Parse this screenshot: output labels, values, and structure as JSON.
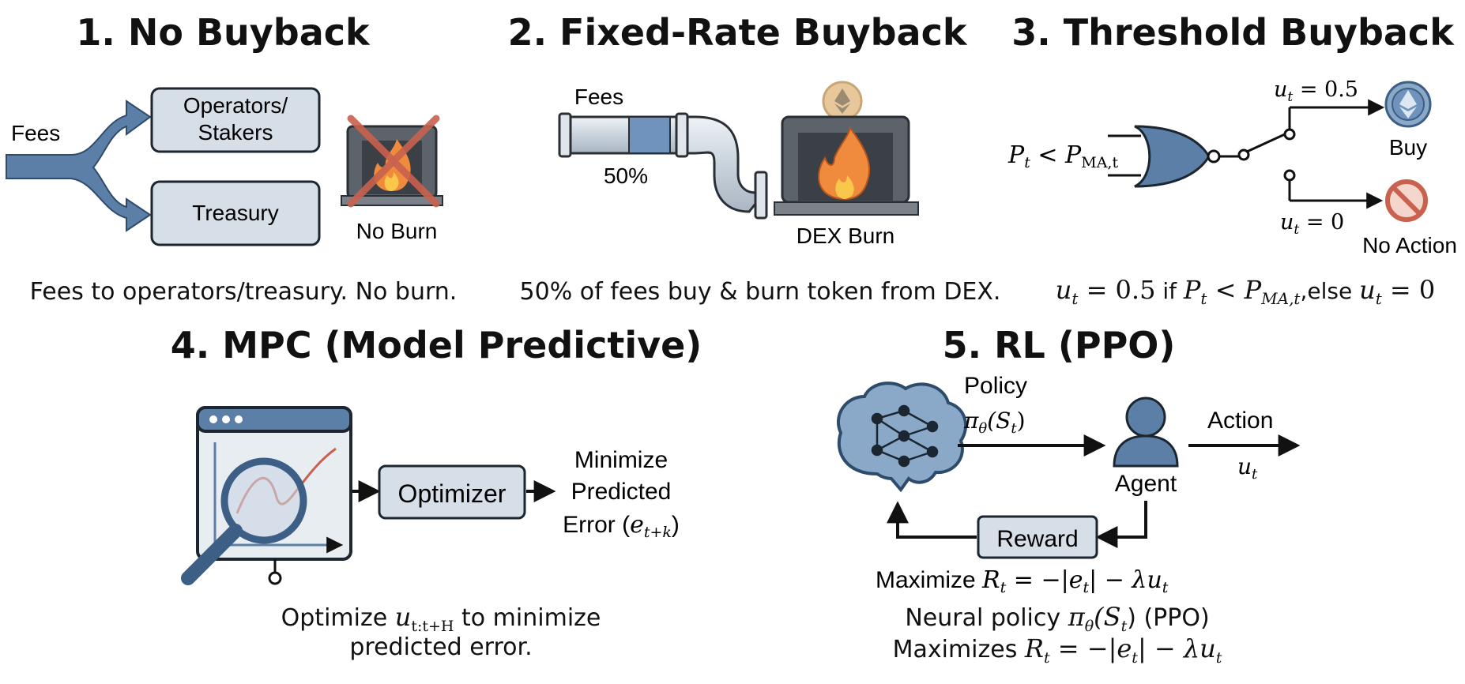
{
  "panels": {
    "no_buyback": {
      "title": "1. No Buyback",
      "fees_label": "Fees",
      "operators_label_line1": "Operators/",
      "operators_label_line2": "Stakers",
      "treasury_label": "Treasury",
      "no_burn_label": "No Burn",
      "caption": "Fees to operators/treasury. No burn."
    },
    "fixed_rate": {
      "title": "2. Fixed-Rate Buyback",
      "fees_label": "Fees",
      "rate_label": "50%",
      "dex_burn_label": "DEX Burn",
      "caption": "50% of fees buy & burn token from DEX."
    },
    "threshold": {
      "title": "3. Threshold Buyback",
      "condition_var": "P",
      "condition_sub": "t",
      "condition_op": " < ",
      "condition_ref": "P",
      "condition_ref_sub": "MA,t",
      "upper_var": "u",
      "upper_sub": "t",
      "upper_value": " = 0.5",
      "lower_var": "u",
      "lower_sub": "t",
      "lower_value": " = 0",
      "buy_label": "Buy",
      "no_action_label": "No Action",
      "caption_u": "u",
      "caption_t": "t",
      "caption_eq": " = 0.5",
      "caption_if": " if ",
      "caption_p": "P",
      "caption_p_sub": "t",
      "caption_lt": " < ",
      "caption_pma": "P",
      "caption_pma_sub": "MA,t",
      "caption_else": ",else ",
      "caption_u2": "u",
      "caption_t2": "t",
      "caption_eq2": " = 0"
    },
    "mpc": {
      "title": "4. MPC (Model Predictive)",
      "optimizer_label": "Optimizer",
      "minimize_line1": "Minimize",
      "minimize_line2": "Predicted",
      "minimize_line3": "Error (",
      "minimize_var": "e",
      "minimize_sub": "t+k",
      "minimize_close": ")",
      "caption_prefix": "Optimize ",
      "caption_var": "u",
      "caption_sub": "t:t+H",
      "caption_suffix": " to minimize",
      "caption_line2": "predicted error."
    },
    "rl": {
      "title": "5. RL (PPO)",
      "policy_label": "Policy",
      "policy_pi": "π",
      "policy_theta": "θ",
      "policy_arg": "(S",
      "policy_arg_sub": "t",
      "policy_close": ")",
      "agent_label": "Agent",
      "action_label": "Action",
      "action_var": "u",
      "action_sub": "t",
      "reward_label": "Reward",
      "maximize_prefix": "Maximize ",
      "maximize_r": "R",
      "maximize_r_sub": "t",
      "maximize_eq": " = −|e",
      "maximize_e_sub": "t",
      "maximize_tail": "| − λu",
      "maximize_u_sub": "t",
      "caption_line1_prefix": "Neural policy ",
      "caption_pi": "π",
      "caption_theta": "θ",
      "caption_arg": "(S",
      "caption_arg_sub": "t",
      "caption_line1_suffix": ") (PPO)",
      "caption_line2_prefix": "Maximizes ",
      "caption_r": "R",
      "caption_r_sub": "t",
      "caption_eq": " = −|e",
      "caption_e_sub": "t",
      "caption_tail": "| − λu",
      "caption_u_sub": "t"
    }
  },
  "colors": {
    "box_fill": "#d6dee7",
    "arrow_blue": "#5b7fa6",
    "flame_orange": "#f08a3c",
    "flame_yellow": "#f9c84a",
    "cross_red": "#c8614e",
    "furnace_gray": "#5c636b",
    "coin_gold": "#e8c89a"
  }
}
